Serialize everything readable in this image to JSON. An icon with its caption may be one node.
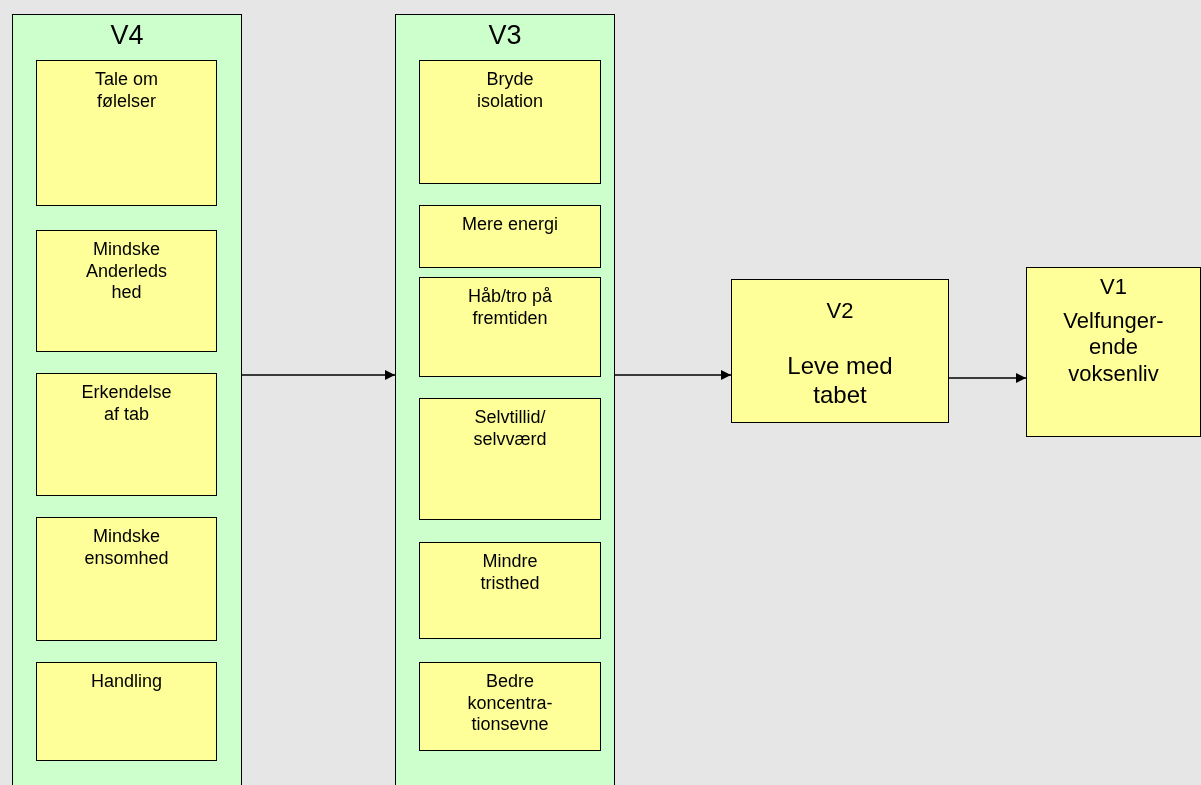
{
  "diagram": {
    "nodes": [
      {
        "text": [
          "V4"
        ]
      },
      {
        "text": [
          "Tale om følelser"
        ],
        "in": 0
      },
      {
        "text": [
          "Mindske Anderleds hed"
        ],
        "in": 0
      },
      {
        "text": [
          "Erkendelse af tab"
        ],
        "in": 0
      },
      {
        "text": [
          "Mindske ensomhed"
        ],
        "in": 0
      },
      {
        "text": [
          "Handling"
        ],
        "in": 0
      },
      {
        "text": [
          "V3"
        ]
      },
      {
        "text": [
          "Bryde isolation"
        ],
        "in": 6
      },
      {
        "text": [
          "Mere energi"
        ],
        "in": 6
      },
      {
        "text": [
          "Håb/tro på fremtiden"
        ],
        "in": 6
      },
      {
        "text": [
          "Selvtillid/ selvværd"
        ],
        "in": 6
      },
      {
        "text": [
          "Mindre tristhed"
        ],
        "in": 6
      },
      {
        "text": [
          "Bedre koncentra- tionsevne"
        ],
        "in": 6
      },
      {
        "text": [
          "V2",
          "Leve med tabet"
        ]
      },
      {
        "text": [
          "V1",
          "Velfunger- ende voksenliv"
        ]
      }
    ],
    "edges": [
      {
        "from": 0,
        "to": 6,
        "arrow": "to"
      },
      {
        "from": 6,
        "to": 13,
        "arrow": "to"
      },
      {
        "from": 13,
        "to": 14,
        "arrow": "to"
      }
    ]
  }
}
